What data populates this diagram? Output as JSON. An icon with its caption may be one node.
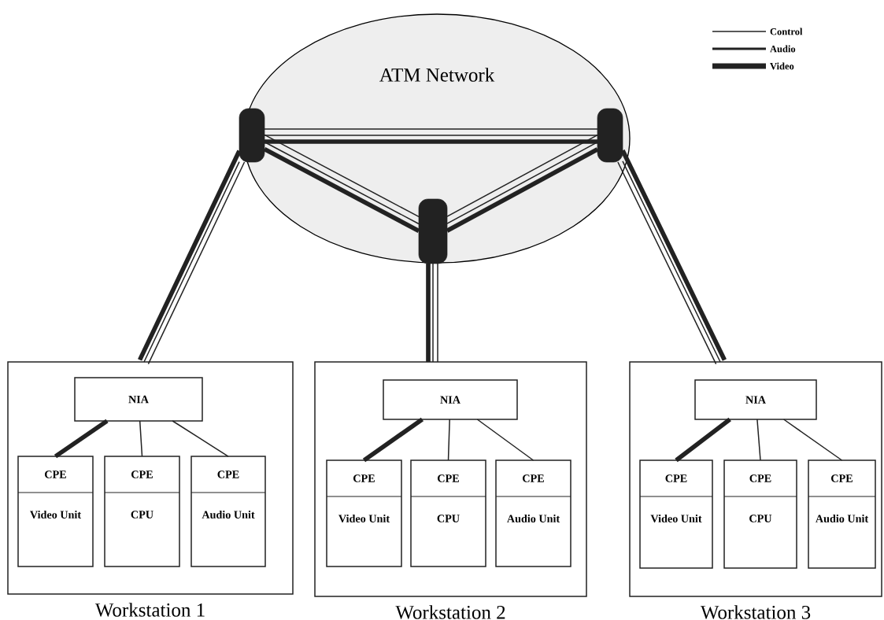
{
  "diagram": {
    "nodes": [
      {
        "text": [
          "ATM Network"
        ]
      },
      {
        "text": [],
        "shape": "box",
        "in": 0
      },
      {
        "text": [],
        "shape": "box",
        "in": 0
      },
      {
        "text": [],
        "shape": "box",
        "in": 0
      },
      {
        "text": [
          "Workstation 1"
        ]
      },
      {
        "text": [
          "NIA"
        ],
        "in": 4
      },
      {
        "text": [
          "CPE",
          "Video Unit"
        ],
        "in": 4
      },
      {
        "text": [
          "CPE",
          "CPU"
        ],
        "in": 4
      },
      {
        "text": [
          "CPE",
          "Audio Unit"
        ],
        "in": 4
      },
      {
        "text": [
          "Workstation 2"
        ]
      },
      {
        "text": [
          "NIA"
        ],
        "in": 9
      },
      {
        "text": [
          "CPE",
          "Video Unit"
        ],
        "in": 9
      },
      {
        "text": [
          "CPE",
          "CPU"
        ],
        "in": 9
      },
      {
        "text": [
          "CPE",
          "Audio Unit"
        ],
        "in": 9
      },
      {
        "text": [
          "Workstation 3"
        ]
      },
      {
        "text": [
          "NIA"
        ],
        "in": 14
      },
      {
        "text": [
          "CPE",
          "Video Unit"
        ],
        "in": 14
      },
      {
        "text": [
          "CPE",
          "CPU"
        ],
        "in": 14
      },
      {
        "text": [
          "CPE",
          "Audio Unit"
        ],
        "in": 14
      }
    ],
    "edges": [
      {
        "from": 1,
        "to": 3,
        "arrow": "none"
      },
      {
        "from": 1,
        "to": 3,
        "arrow": "none"
      },
      {
        "from": 1,
        "to": 3,
        "arrow": "none",
        "style": "thick"
      },
      {
        "from": 1,
        "to": 2,
        "arrow": "none"
      },
      {
        "from": 1,
        "to": 2,
        "arrow": "none"
      },
      {
        "from": 1,
        "to": 2,
        "arrow": "none",
        "style": "thick"
      },
      {
        "from": 2,
        "to": 3,
        "arrow": "none"
      },
      {
        "from": 2,
        "to": 3,
        "arrow": "none"
      },
      {
        "from": 2,
        "to": 3,
        "arrow": "none",
        "style": "thick"
      },
      {
        "from": 1,
        "to": 4,
        "arrow": "none"
      },
      {
        "from": 1,
        "to": 4,
        "arrow": "none"
      },
      {
        "from": 1,
        "to": 4,
        "arrow": "none",
        "style": "thick"
      },
      {
        "from": 2,
        "to": 9,
        "arrow": "none"
      },
      {
        "from": 2,
        "to": 9,
        "arrow": "none"
      },
      {
        "from": 2,
        "to": 9,
        "arrow": "none",
        "style": "thick"
      },
      {
        "from": 3,
        "to": 14,
        "arrow": "none"
      },
      {
        "from": 3,
        "to": 14,
        "arrow": "none"
      },
      {
        "from": 3,
        "to": 14,
        "arrow": "none",
        "style": "thick"
      },
      {
        "from": 5,
        "to": 6,
        "arrow": "none",
        "style": "thick"
      },
      {
        "from": 5,
        "to": 7,
        "arrow": "none"
      },
      {
        "from": 5,
        "to": 8,
        "arrow": "none"
      },
      {
        "from": 10,
        "to": 11,
        "arrow": "none",
        "style": "thick"
      },
      {
        "from": 10,
        "to": 12,
        "arrow": "none"
      },
      {
        "from": 10,
        "to": 13,
        "arrow": "none"
      },
      {
        "from": 15,
        "to": 16,
        "arrow": "none",
        "style": "thick"
      },
      {
        "from": 15,
        "to": 17,
        "arrow": "none"
      },
      {
        "from": 15,
        "to": 18,
        "arrow": "none"
      }
    ],
    "legend": [
      {
        "text": "Control"
      },
      {
        "text": "Audio"
      },
      {
        "text": "Video"
      }
    ]
  }
}
